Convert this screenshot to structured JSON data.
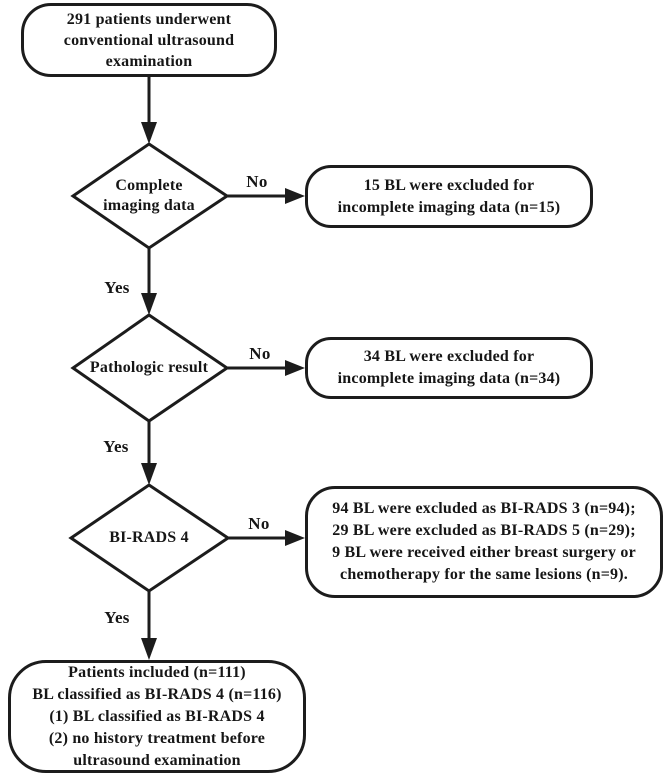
{
  "figure": {
    "start": "291 patients underwent\nconventional ultrasound\nexamination",
    "decisions": [
      {
        "label": "Complete\nimaging data"
      },
      {
        "label": "Pathologic result"
      },
      {
        "label": "BI-RADS 4"
      }
    ],
    "branch_yes": "Yes",
    "branch_no": "No",
    "exclusions": [
      "15 BL were excluded for\nincomplete imaging data (n=15)",
      "34 BL were excluded for\nincomplete imaging data (n=34)",
      "94 BL were excluded as BI-RADS 3 (n=94);\n29 BL were excluded as BI-RADS 5 (n=29);\n9 BL were received either breast surgery or\nchemotherapy for the same lesions (n=9)."
    ],
    "end": "Patients included (n=111)\nBL classified as BI-RADS 4 (n=116)\n(1) BL classified as BI-RADS 4\n(2) no history treatment before\nultrasound examination",
    "colors": {
      "stroke": "#1c1c1c",
      "background": "#ffffff"
    }
  }
}
